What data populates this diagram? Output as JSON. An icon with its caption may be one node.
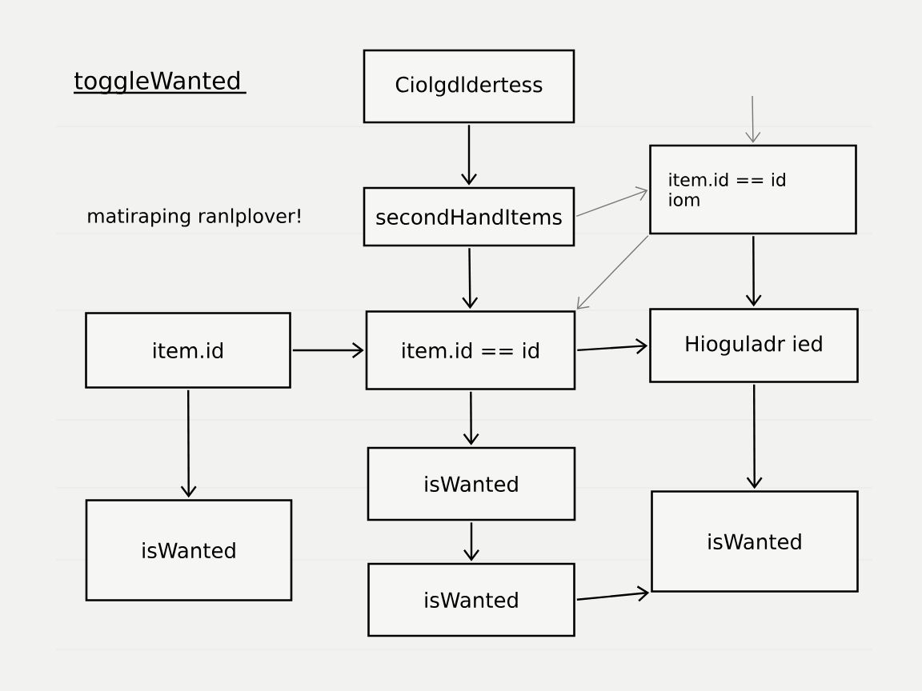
{
  "diagram": {
    "title": "toggleWanted",
    "nodes": [
      {
        "text": [
          "Ciolgdldertess"
        ]
      },
      {
        "text": [
          "secondHandItems"
        ]
      },
      {
        "text": [
          "item.id == id",
          "iom"
        ]
      },
      {
        "text": [
          "item.id"
        ]
      },
      {
        "text": [
          "item.id == id"
        ]
      },
      {
        "text": [
          "Hioguladr ied"
        ]
      },
      {
        "text": [
          "isWanted"
        ]
      },
      {
        "text": [
          "isWanted"
        ]
      },
      {
        "text": [
          "isWanted"
        ]
      },
      {
        "text": [
          "isWanted"
        ]
      }
    ],
    "edges": [
      {
        "from": 0,
        "to": 1,
        "arrow": "to"
      },
      {
        "from": 1,
        "to": 2,
        "arrow": "to",
        "color": "#777777"
      },
      {
        "from": null,
        "to": 2,
        "arrow": "to",
        "color": "#777777"
      },
      {
        "from": 1,
        "to": 4,
        "arrow": "to"
      },
      {
        "from": 2,
        "to": 4,
        "arrow": "to",
        "color": "#777777"
      },
      {
        "from": 2,
        "to": 5,
        "arrow": "to"
      },
      {
        "from": 3,
        "to": 4,
        "arrow": "to"
      },
      {
        "from": 4,
        "to": 5,
        "arrow": "to"
      },
      {
        "from": 3,
        "to": 7,
        "arrow": "to"
      },
      {
        "from": 4,
        "to": 6,
        "arrow": "to"
      },
      {
        "from": 5,
        "to": 9,
        "arrow": "to"
      },
      {
        "from": 6,
        "to": 8,
        "arrow": "to"
      },
      {
        "from": 8,
        "to": 9,
        "arrow": "to"
      }
    ],
    "labels": [
      "matiraping ranlplover!"
    ]
  }
}
